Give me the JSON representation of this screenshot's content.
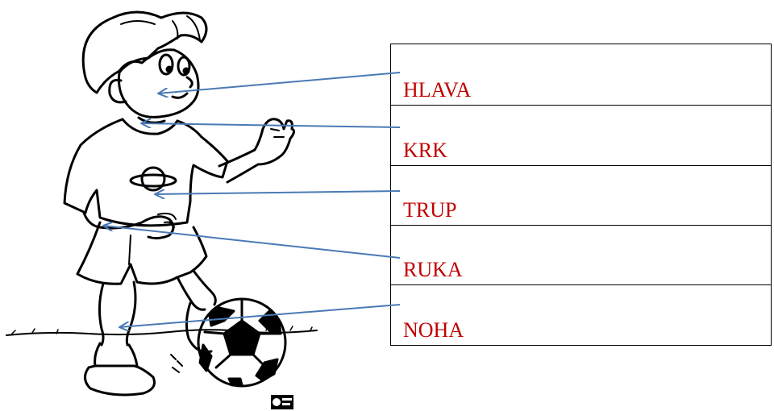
{
  "labels": [
    {
      "id": "head",
      "text": "HLAVA"
    },
    {
      "id": "neck",
      "text": "KRK"
    },
    {
      "id": "torso",
      "text": "TRUP"
    },
    {
      "id": "arm",
      "text": "RUKA"
    },
    {
      "id": "leg",
      "text": "NOHA"
    }
  ],
  "colors": {
    "label_text": "#c00000",
    "arrow": "#4a7ab5",
    "outline": "#000000"
  }
}
